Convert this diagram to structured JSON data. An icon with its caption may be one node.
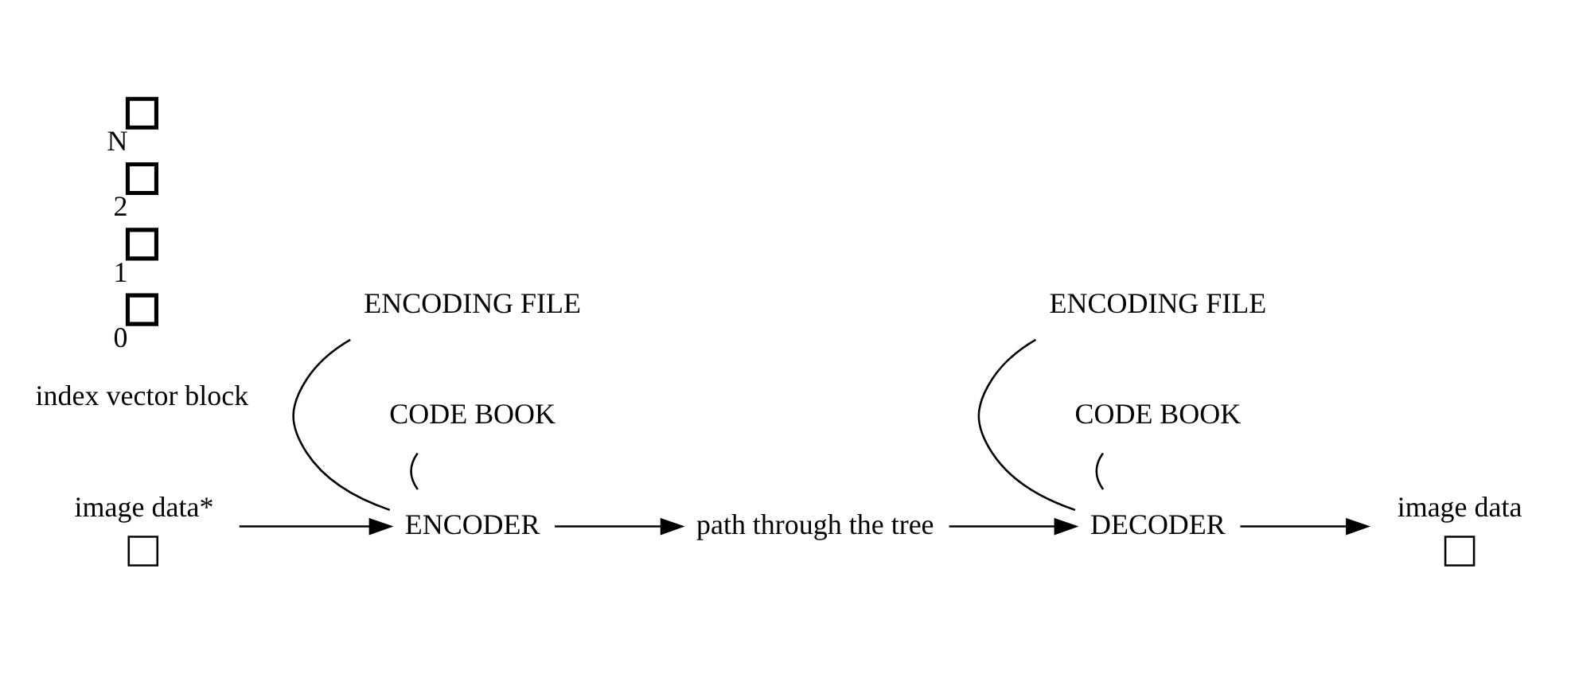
{
  "diagram": {
    "nodes": [
      {
        "text": [
          "image data*"
        ]
      },
      {
        "text": [
          "ENCODER"
        ]
      },
      {
        "text": [
          "path through the tree"
        ]
      },
      {
        "text": [
          "DECODER"
        ]
      },
      {
        "text": [
          "image data"
        ]
      },
      {
        "text": [
          "ENCODING FILE"
        ]
      },
      {
        "text": [
          "CODE BOOK"
        ]
      },
      {
        "text": [
          "ENCODING FILE"
        ]
      },
      {
        "text": [
          "CODE BOOK"
        ]
      },
      {
        "text": [],
        "shape": "box",
        "beside": [
          "0"
        ]
      },
      {
        "text": [],
        "shape": "box",
        "beside": [
          "1"
        ]
      },
      {
        "text": [],
        "shape": "box",
        "beside": [
          "2"
        ]
      },
      {
        "text": [],
        "shape": "box",
        "beside": [
          "N"
        ]
      }
    ],
    "labels": [
      "index vector block"
    ],
    "edges": [
      {
        "from": 0,
        "to": 1,
        "arrow": "to"
      },
      {
        "from": 1,
        "to": 2,
        "arrow": "to"
      },
      {
        "from": 2,
        "to": 3,
        "arrow": "to"
      },
      {
        "from": 3,
        "to": 4,
        "arrow": "to"
      },
      {
        "from": 5,
        "to": 1,
        "arrow": "none"
      },
      {
        "from": 6,
        "to": 1,
        "arrow": "none"
      },
      {
        "from": 7,
        "to": 3,
        "arrow": "none"
      },
      {
        "from": 8,
        "to": 3,
        "arrow": "none"
      }
    ]
  }
}
